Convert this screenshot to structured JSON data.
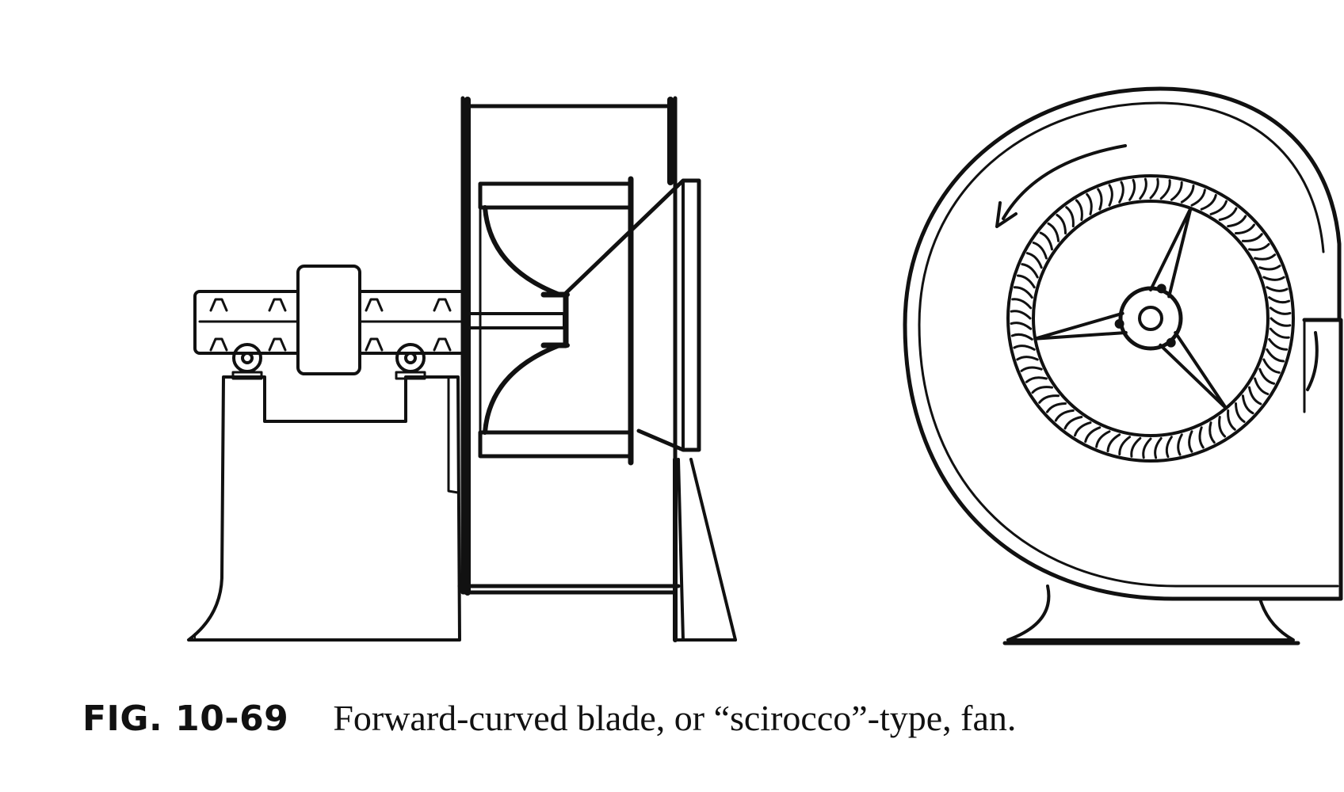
{
  "figure": {
    "label": "FIG. 10-69",
    "caption": "Forward-curved blade, or “scirocco”-type, fan."
  },
  "views": {
    "side_view": "side-elevation",
    "front_view": "front-elevation"
  },
  "colors": {
    "ink": "#111111",
    "background": "#ffffff"
  },
  "rotor": {
    "blade_count": 72,
    "spoke_count": 3,
    "rotation_direction": "counterclockwise"
  }
}
